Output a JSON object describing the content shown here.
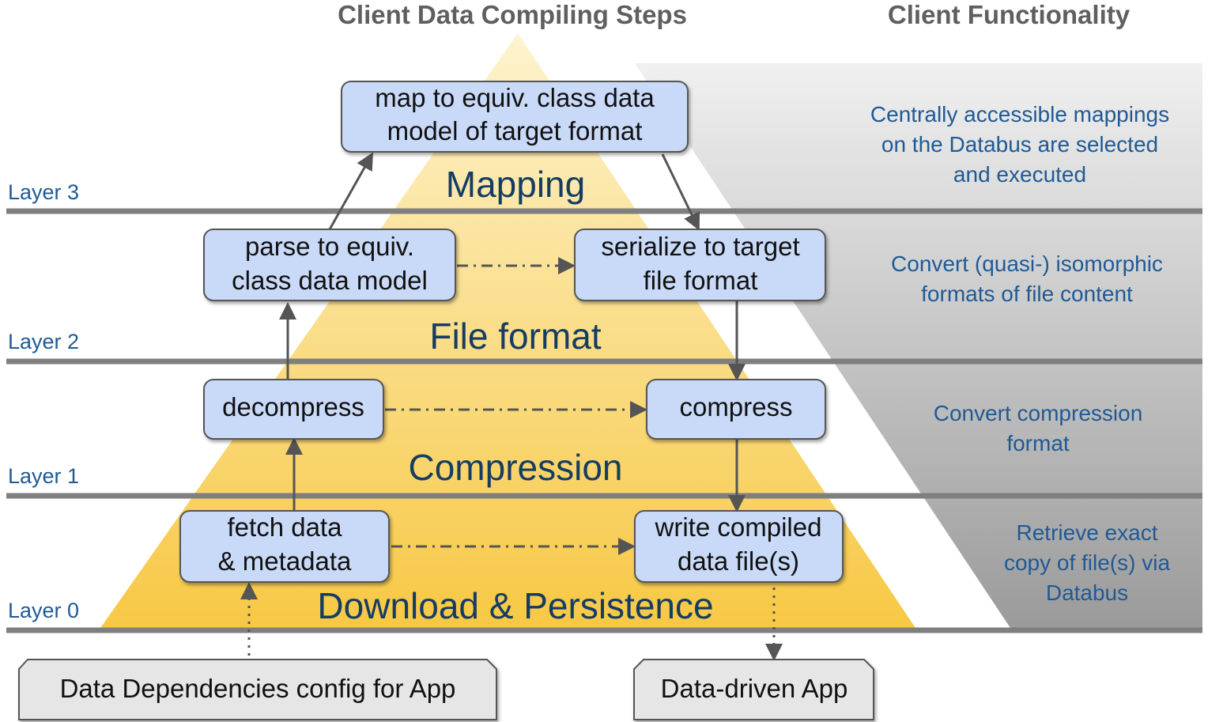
{
  "headers": {
    "left": "Client Data Compiling Steps",
    "right": "Client Functionality"
  },
  "layers": [
    {
      "label": "Layer 0",
      "name": "Download & Persistence",
      "functionality": [
        "Retrieve exact",
        "copy of file(s) via",
        "Databus"
      ]
    },
    {
      "label": "Layer 1",
      "name": "Compression",
      "functionality": [
        "Convert compression",
        "format"
      ]
    },
    {
      "label": "Layer 2",
      "name": "File format",
      "functionality": [
        "Convert (quasi-) isomorphic",
        "formats of file content"
      ]
    },
    {
      "label": "Layer 3",
      "name": "Mapping",
      "functionality": [
        "Centrally accessible mappings",
        "on the Databus are selected",
        "and executed"
      ]
    }
  ],
  "steps": {
    "fetch": [
      "fetch data",
      "& metadata"
    ],
    "decompress": [
      "decompress"
    ],
    "parse": [
      "parse to equiv.",
      "class data model"
    ],
    "map": [
      "map to equiv. class data",
      "model of target format"
    ],
    "serialize": [
      "serialize to target",
      "file format"
    ],
    "compress": [
      "compress"
    ],
    "write": [
      "write compiled",
      "data file(s)"
    ]
  },
  "external": {
    "config": "Data Dependencies config for App",
    "app": "Data-driven App"
  },
  "colors": {
    "step_fill": "#c9daf8",
    "step_stroke": "#555555",
    "pyramid_top": "#fdf3cf",
    "pyramid_bottom": "#f7c844",
    "band_light": "#f0f0f0",
    "band_dark": "#9a9a9a",
    "layer_line": "#7f7f7f",
    "external_fill": "#e6e6e6"
  }
}
